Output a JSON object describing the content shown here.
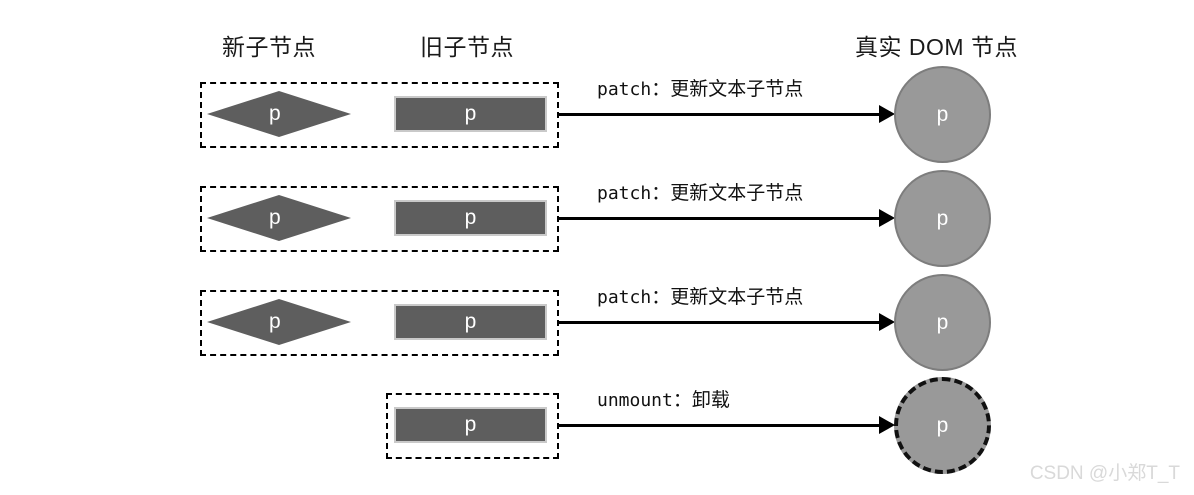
{
  "diagram": {
    "title_columns": {
      "new_children": "新子节点",
      "old_children": "旧子节点",
      "real_dom": "真实 DOM 节点"
    },
    "node_label": "p",
    "rows": [
      {
        "id": "row-1",
        "has_new_node": true,
        "new_node_shape": "diamond",
        "new_node_label": "p",
        "old_node_shape": "rectangle",
        "old_node_label": "p",
        "operation_keyword": "patch",
        "operation_separator": "：",
        "operation_text": "更新文本子节点",
        "dom_node_label": "p",
        "dom_node_outline": "solid"
      },
      {
        "id": "row-2",
        "has_new_node": true,
        "new_node_shape": "diamond",
        "new_node_label": "p",
        "old_node_shape": "rectangle",
        "old_node_label": "p",
        "operation_keyword": "patch",
        "operation_separator": "：",
        "operation_text": "更新文本子节点",
        "dom_node_label": "p",
        "dom_node_outline": "solid"
      },
      {
        "id": "row-3",
        "has_new_node": true,
        "new_node_shape": "diamond",
        "new_node_label": "p",
        "old_node_shape": "rectangle",
        "old_node_label": "p",
        "operation_keyword": "patch",
        "operation_separator": "：",
        "operation_text": "更新文本子节点",
        "dom_node_label": "p",
        "dom_node_outline": "solid"
      },
      {
        "id": "row-4",
        "has_new_node": false,
        "new_node_shape": null,
        "new_node_label": null,
        "old_node_shape": "rectangle",
        "old_node_label": "p",
        "operation_keyword": "unmount",
        "operation_separator": "：",
        "operation_text": "卸载",
        "dom_node_label": "p",
        "dom_node_outline": "dashed"
      }
    ],
    "colors": {
      "shape_fill": "#5e5e5e",
      "circle_fill": "#999999",
      "rect_border": "#c9c9c9",
      "circle_border": "#7d7d7d",
      "dashed_border": "#000000",
      "arrow": "#000000",
      "text": "#1a1a1a",
      "label_text": "#ffffff",
      "watermark": "#d9d9d9"
    }
  },
  "watermark": "CSDN @小郑T_T"
}
